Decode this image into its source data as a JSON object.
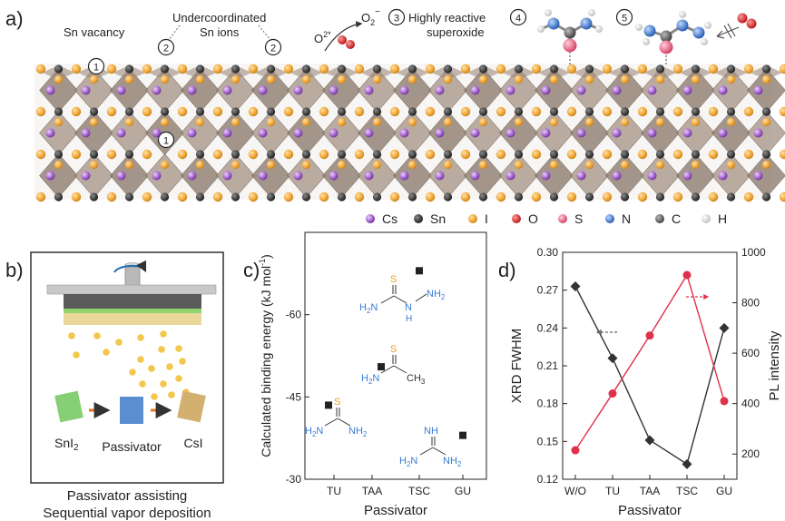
{
  "panel_a": {
    "label": "a)",
    "annotations": {
      "sn_vacancy": "Sn vacancy",
      "under_1": "Undercoordinated",
      "under_2": "Sn ions",
      "o2_minus_base": "O",
      "o2_minus_sup": "2*",
      "superoxide_base": "O",
      "superoxide_sub": "2",
      "superoxide_sup": "−",
      "highly_1": "Highly reactive",
      "highly_2": "superoxide"
    },
    "markers": [
      "1",
      "2",
      "2",
      "3",
      "4",
      "5",
      "1"
    ],
    "legend": [
      {
        "label": "Cs",
        "color": "#9b59c4"
      },
      {
        "label": "Sn",
        "color": "#333333"
      },
      {
        "label": "I",
        "color": "#f2a93b"
      },
      {
        "label": "O",
        "color": "#d62020"
      },
      {
        "label": "S",
        "color": "#e85a7a"
      },
      {
        "label": "N",
        "color": "#3a7bd5"
      },
      {
        "label": "C",
        "color": "#666666"
      },
      {
        "label": "H",
        "color": "#e8e8e8"
      }
    ]
  },
  "panel_b": {
    "label": "b)",
    "snI2_base": "SnI",
    "snI2_sub": "2",
    "passivator": "Passivator",
    "csi": "CsI",
    "caption_1": "Passivator assisting",
    "caption_2": "Sequential vapor deposition"
  },
  "panel_c": {
    "label": "c)",
    "chem_labels": {
      "S": "S",
      "NH2": "NH",
      "NH2_sub": "2",
      "H2N": "H",
      "H2N_sub": "2",
      "HN": "N",
      "H_under": "H",
      "CH3": "CH",
      "CH3_sub": "3",
      "NH": "NH"
    },
    "chart_data": {
      "type": "scatter",
      "categories": [
        "TU",
        "TAA",
        "TSC",
        "GU"
      ],
      "values": [
        -43.5,
        -50.5,
        -68.0,
        -38.0
      ],
      "xlabel": "Passivator",
      "ylabel_main": "Calculated binding energy (kJ mol",
      "ylabel_sup": "-1",
      "ylabel_end": ")",
      "yticks": [
        -30,
        -45,
        -60
      ],
      "ylim": [
        -75,
        -30
      ]
    }
  },
  "panel_d": {
    "label": "d)",
    "chart_data": {
      "type": "line",
      "categories": [
        "W/O",
        "TU",
        "TAA",
        "TSC",
        "GU"
      ],
      "series": [
        {
          "name": "XRD FWHM",
          "axis": "left",
          "color": "#333333",
          "marker": "diamond",
          "values": [
            0.273,
            0.216,
            0.151,
            0.132,
            0.24
          ]
        },
        {
          "name": "PL intensity",
          "axis": "right",
          "color": "#e0304a",
          "marker": "circle",
          "values": [
            215,
            440,
            670,
            910,
            410
          ]
        }
      ],
      "xlabel": "Passivator",
      "ylabel_left": "XRD FWHM",
      "ylabel_right": "PL intensity",
      "ylim_left": [
        0.12,
        0.3
      ],
      "yticks_left": [
        "0.12",
        "0.15",
        "0.18",
        "0.21",
        "0.24",
        "0.27",
        "0.30"
      ],
      "ylim_right": [
        100,
        1000
      ],
      "yticks_right": [
        "200",
        "400",
        "600",
        "800",
        "1000"
      ]
    }
  }
}
